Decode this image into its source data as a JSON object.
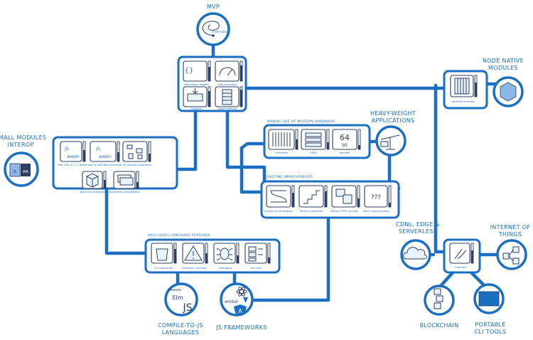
{
  "colors": {
    "accent": "#1b6fc2",
    "dark": "#2c3e63",
    "fill": "#e9f3fc"
  },
  "titles": {
    "mvp": "MVP",
    "small_modules_line1": "SMALL MODULES",
    "small_modules_line2": "INTEROP",
    "node_native_line1": "NODE NATIVE",
    "node_native_line2": "MODULES",
    "heavy_weight_line1": "HEAVY-WEIGHT",
    "heavy_weight_line2": "APPLICATIONS",
    "cdns_line1": "CDNs, EDGE &",
    "cdns_line2": "SERVERLESS",
    "iot_line1": "INTERNET OF",
    "iot_line2": "THINGS",
    "compile_to_js_line1": "COMPILE-TO-JS",
    "compile_to_js_line2": "LANGUAGES",
    "js_frameworks": "JS FRAMEWORKS",
    "blockchain": "BLOCKCHAIN",
    "portable_cli_line1": "PORTABLE",
    "portable_cli_line2": "CLI TOOLS"
  },
  "headings": {
    "modern_hardware": "MAKING USE OF MODERN HARDWARE",
    "loadtime": "LOADTIME IMPROVEMENTS",
    "high_level": "HIGH LEVEL LANGUAGE FEATURES"
  },
  "mvp_box": {
    "items": [
      "compilation targets",
      "fast execution",
      "compact",
      "linear memory"
    ]
  },
  "small_modules_box": {
    "items": [
      "fast calls JS <-> wasm",
      "easy & fast data exchange",
      "ES module integration",
      "toolchain integration",
      "backwards compatibility"
    ]
  },
  "node_box": {
    "items": [
      "portable interface"
    ]
  },
  "hardware_box": {
    "items": [
      "threading",
      "SIMD",
      "wasm64"
    ]
  },
  "loadtime_box": {
    "items": [
      "streaming compilation",
      "tiered compilation",
      "implicit HTTP caching",
      "other improvements"
    ]
  },
  "high_level_box": {
    "items": [
      "GC integration",
      "exception handling",
      "debugging",
      "tail calls"
    ]
  },
  "runtime_box": {
    "items": [
      "runtimes"
    ]
  },
  "glyphs": {
    "start_here": "START HERE",
    "wasm_a": "wasm",
    "wasm_b": "wasm",
    "js_a": "JS",
    "js_b": "JS",
    "sixty_four": "64",
    "bit": "bit",
    "qmarks": "???",
    "reason": "Reason",
    "elm": "Elm",
    "js_big": "JS",
    "ember": "ember",
    "angular": "A",
    "js_puzzle": "JS",
    "wa_puzzle": "WA"
  }
}
